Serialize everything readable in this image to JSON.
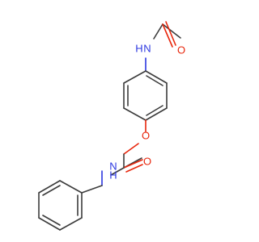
{
  "molecule": {
    "atoms": {
      "nh_top_n": "N",
      "nh_top_h": "H",
      "acetyl_o": "O",
      "ether_o": "O",
      "amide_o": "O",
      "amide_n": "N",
      "amide_h": "H"
    },
    "colors": {
      "bond": "#3c3c3c",
      "oxygen": "#e8260c",
      "nitrogen": "#2b37e0"
    }
  }
}
